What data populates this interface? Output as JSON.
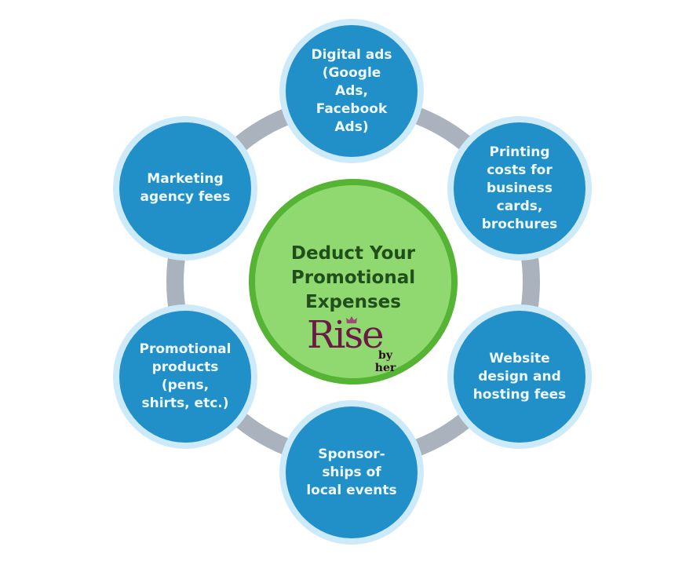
{
  "diagram": {
    "type": "hub-and-spoke cycle",
    "colors": {
      "background": "#ffffff",
      "ring": "#a9b2bd",
      "node_fill": "#2290c8",
      "node_border": "#cdeaf9",
      "node_text": "#eef7fc",
      "center_fill": "#8fd970",
      "center_border": "#55b433",
      "center_text": "#1f4f1a",
      "logo_color": "#6a1a45"
    },
    "center": {
      "title": "Deduct Your\nPromotional\nExpenses",
      "logo": {
        "word": "Rise",
        "tagline": "by her",
        "icon": "crown-icon"
      }
    },
    "nodes": [
      {
        "position": "top",
        "label": "Digital ads\n(Google\nAds,\nFacebook\nAds)"
      },
      {
        "position": "upper-right",
        "label": "Printing\ncosts for\nbusiness\ncards,\nbrochures"
      },
      {
        "position": "lower-right",
        "label": "Website\ndesign and\nhosting fees"
      },
      {
        "position": "bottom",
        "label": "Sponsor-\nships of\nlocal events"
      },
      {
        "position": "lower-left",
        "label": "Promotional\nproducts\n(pens,\nshirts, etc.)"
      },
      {
        "position": "upper-left",
        "label": "Marketing\nagency fees"
      }
    ]
  }
}
